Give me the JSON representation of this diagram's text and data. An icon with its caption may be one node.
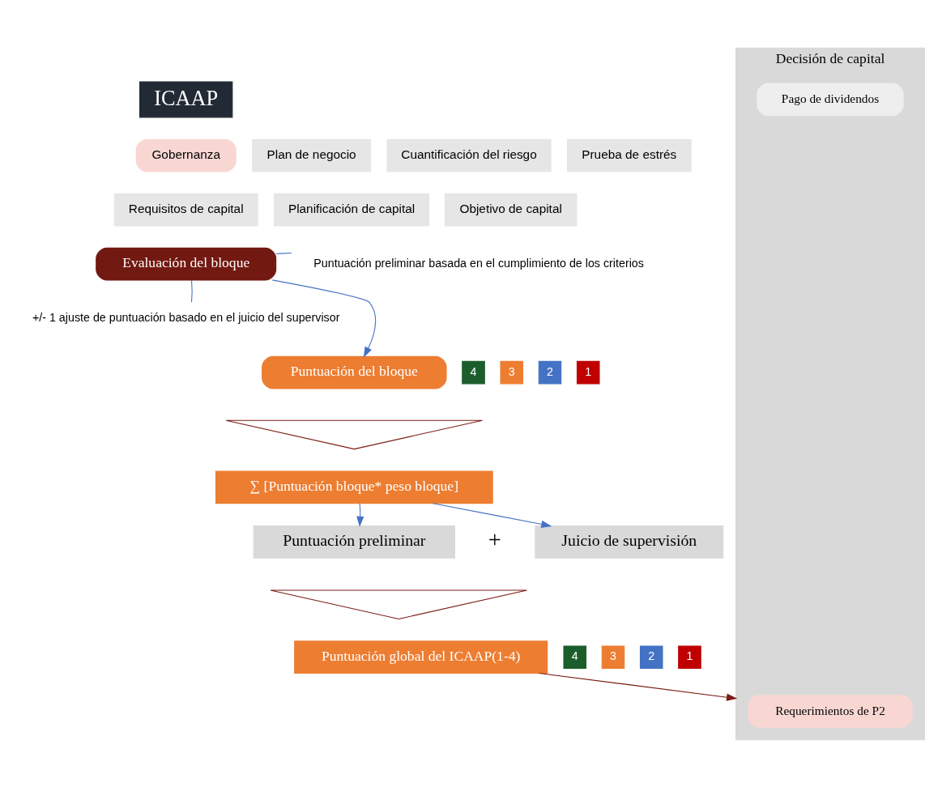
{
  "diagram": {
    "nodes": [
      {
        "text": [
          "ICAAP"
        ]
      },
      {
        "text": [
          "Gobernanza"
        ]
      },
      {
        "text": [
          "Plan de negocio"
        ]
      },
      {
        "text": [
          "Cuantificación del riesgo"
        ]
      },
      {
        "text": [
          "Prueba de estrés"
        ]
      },
      {
        "text": [
          "Requisitos de capital"
        ]
      },
      {
        "text": [
          "Planificación de capital"
        ]
      },
      {
        "text": [
          "Objetivo de capital"
        ]
      },
      {
        "text": [
          "Evaluación del bloque"
        ]
      },
      {
        "text": [
          "Puntuación preliminar basada en el cumplimiento de los criterios"
        ]
      },
      {
        "text": [
          "+/- 1 ajuste de puntuación basado en el juicio del supervisor"
        ]
      },
      {
        "text": [
          "Puntuación del bloque"
        ]
      },
      {
        "text": [
          "4"
        ]
      },
      {
        "text": [
          "3"
        ]
      },
      {
        "text": [
          "2"
        ]
      },
      {
        "text": [
          "1"
        ]
      },
      {
        "text": [],
        "shape": "triangle"
      },
      {
        "text": [
          "∑ [Puntuación bloque* peso bloque]"
        ]
      },
      {
        "text": [
          "Puntuación preliminar"
        ]
      },
      {
        "text": [
          "Juicio de supervisión"
        ]
      },
      {
        "text": [],
        "shape": "triangle"
      },
      {
        "text": [
          "Puntuación global del ICAAP(1-4)"
        ]
      },
      {
        "text": [
          "4"
        ]
      },
      {
        "text": [
          "3"
        ]
      },
      {
        "text": [
          "2"
        ]
      },
      {
        "text": [
          "1"
        ]
      },
      {
        "text": [
          "Decisión de capital"
        ]
      },
      {
        "text": [
          "Requerimientos de P2"
        ],
        "in": 26
      },
      {
        "text": [
          "Pago de dividendos"
        ],
        "in": 26
      }
    ],
    "edges": [
      {
        "from": 8,
        "to": 9,
        "arrow": "none"
      },
      {
        "from": 8,
        "to": 10,
        "arrow": "none"
      },
      {
        "from": 8,
        "to": 11,
        "arrow": "to"
      },
      {
        "from": 17,
        "to": 18,
        "arrow": "to"
      },
      {
        "from": 17,
        "to": 19,
        "arrow": "to"
      },
      {
        "from": 21,
        "to": 26,
        "arrow": "to",
        "color": "#7b1c14"
      }
    ],
    "labels": [
      "+"
    ]
  }
}
